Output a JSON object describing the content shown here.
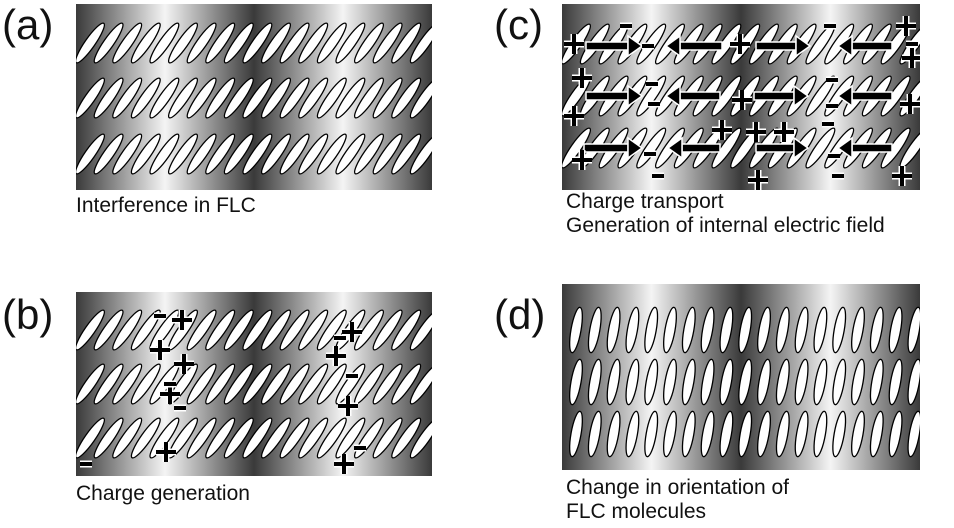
{
  "panels": [
    {
      "letter": "(a)",
      "caption_lines": [
        "Interference in FLC"
      ],
      "molecule_orientation": "tilted",
      "charges": "none"
    },
    {
      "letter": "(b)",
      "caption_lines": [
        "Charge generation"
      ],
      "molecule_orientation": "tilted",
      "charges": "clustered"
    },
    {
      "letter": "(c)",
      "caption_lines": [
        "Charge transport",
        "Generation of internal electric field"
      ],
      "molecule_orientation": "tilted",
      "charges": "separated",
      "arrows": "internal-field"
    },
    {
      "letter": "(d)",
      "caption_lines": [
        "Change in orientation of",
        "FLC molecules"
      ],
      "molecule_orientation": "reoriented",
      "charges": "none"
    }
  ],
  "colors": {
    "dark_band": "#3a3a3a",
    "light_band": "#f4f4f4",
    "molecule": "#ffffff",
    "outline": "#000000"
  },
  "symbols": {
    "plus": "+",
    "minus": "−"
  }
}
